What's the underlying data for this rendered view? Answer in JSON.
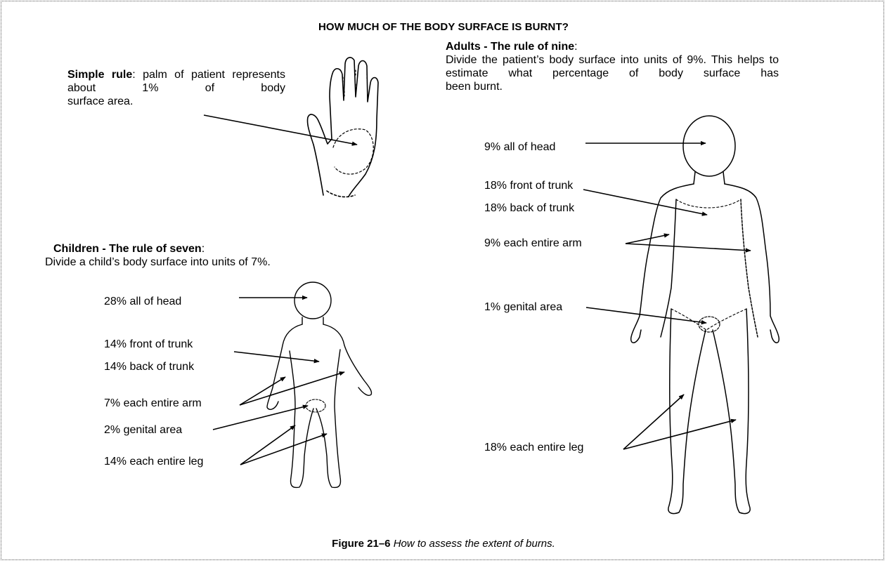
{
  "title": "HOW MUCH OF THE BODY SURFACE IS BURNT?",
  "simple_rule": {
    "heading": "Simple rule",
    "colon": ":",
    "line1": " palm of patient",
    "line2": "represents about 1% of body",
    "line3": "surface area."
  },
  "adults": {
    "heading": "Adults - The rule of nine",
    "colon": ":",
    "desc_line1": "Divide the patient’s body surface into units of 9%. This",
    "desc_line2": "helps to estimate what percentage of body surface has",
    "desc_line3": "been burnt.",
    "labels": {
      "head": "9% all of head",
      "front_trunk": "18% front of trunk",
      "back_trunk": "18% back of trunk",
      "arm": "9% each entire arm",
      "genital": "1% genital area",
      "leg": "18% each entire leg"
    }
  },
  "children": {
    "heading": "Children - The rule of seven",
    "colon": ":",
    "desc": "Divide a child’s body surface into units of 7%.",
    "labels": {
      "head": "28% all of head",
      "front_trunk": "14% front of trunk",
      "back_trunk": "14% back of trunk",
      "arm": "7% each entire arm",
      "genital": "2% genital area",
      "leg": "14% each entire leg"
    }
  },
  "caption": {
    "figure": "Figure 21–6",
    "text": " How to assess the extent of burns."
  }
}
